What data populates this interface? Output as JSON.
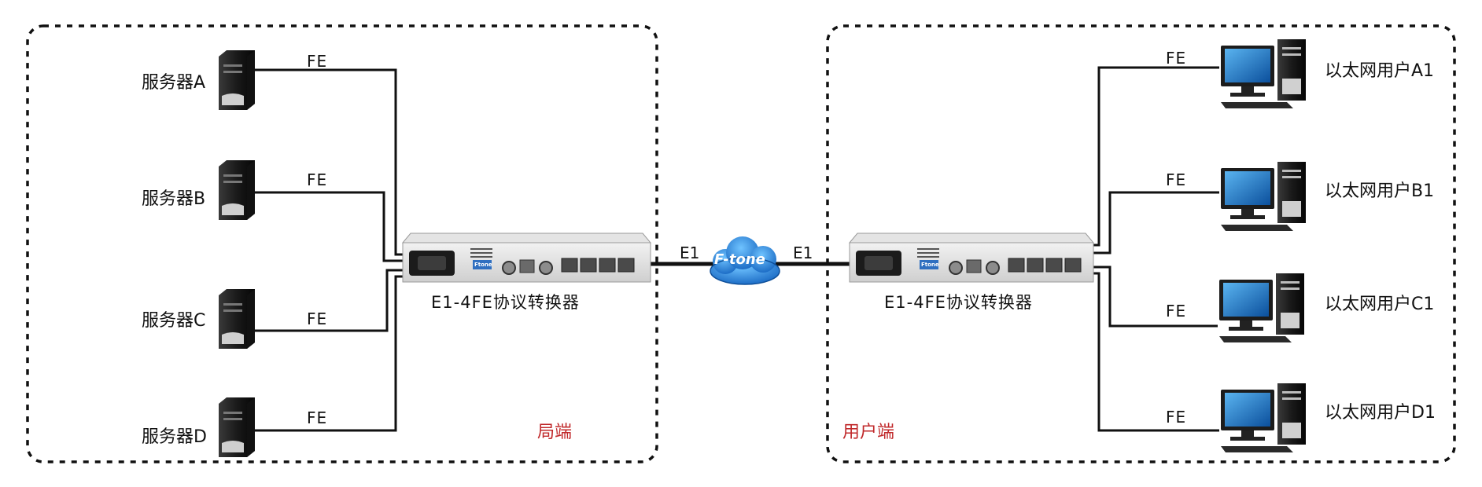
{
  "zones": {
    "left": {
      "label": "局端",
      "color": "#c0282a"
    },
    "right": {
      "label": "用户端",
      "color": "#c0282a"
    }
  },
  "servers": [
    {
      "label": "服务器A",
      "link": "FE"
    },
    {
      "label": "服务器B",
      "link": "FE"
    },
    {
      "label": "服务器C",
      "link": "FE"
    },
    {
      "label": "服务器D",
      "link": "FE"
    }
  ],
  "users": [
    {
      "label": "以太网用户A1",
      "link": "FE"
    },
    {
      "label": "以太网用户B1",
      "link": "FE"
    },
    {
      "label": "以太网用户C1",
      "link": "FE"
    },
    {
      "label": "以太网用户D1",
      "link": "FE"
    }
  ],
  "devices": {
    "left": {
      "label": "E1-4FE协议转换器",
      "brand": "Ftone"
    },
    "right": {
      "label": "E1-4FE协议转换器",
      "brand": "Ftone"
    }
  },
  "network": {
    "cloud_label": "F-tone",
    "left_link": "E1",
    "right_link": "E1",
    "cloud_color": "#2a7fd4"
  },
  "icons": {
    "server": "tower-server-icon",
    "user": "desktop-computer-icon",
    "cloud": "cloud-icon"
  }
}
